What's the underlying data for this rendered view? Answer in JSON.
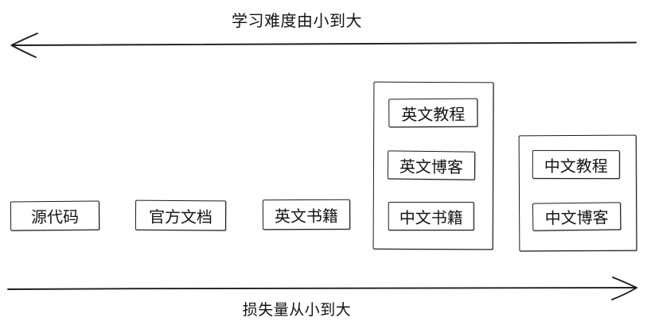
{
  "canvas": {
    "background": "#ffffff",
    "ink": "#1c1c1c"
  },
  "axes": {
    "top": {
      "label": "学习难度由小到大",
      "arrow_direction": "left"
    },
    "bottom": {
      "label": "损失量从小到大",
      "arrow_direction": "right"
    }
  },
  "nodes": [
    {
      "id": "source-code",
      "label": "源代码"
    },
    {
      "id": "official-docs",
      "label": "官方文档"
    },
    {
      "id": "english-books",
      "label": "英文书籍"
    }
  ],
  "groups": [
    {
      "id": "group-mixed-english",
      "items": [
        {
          "id": "english-tutorials",
          "label": "英文教程"
        },
        {
          "id": "english-blogs",
          "label": "英文博客"
        },
        {
          "id": "chinese-books",
          "label": "中文书籍"
        }
      ]
    },
    {
      "id": "group-chinese",
      "items": [
        {
          "id": "chinese-tutorials",
          "label": "中文教程"
        },
        {
          "id": "chinese-blogs",
          "label": "中文博客"
        }
      ]
    }
  ]
}
